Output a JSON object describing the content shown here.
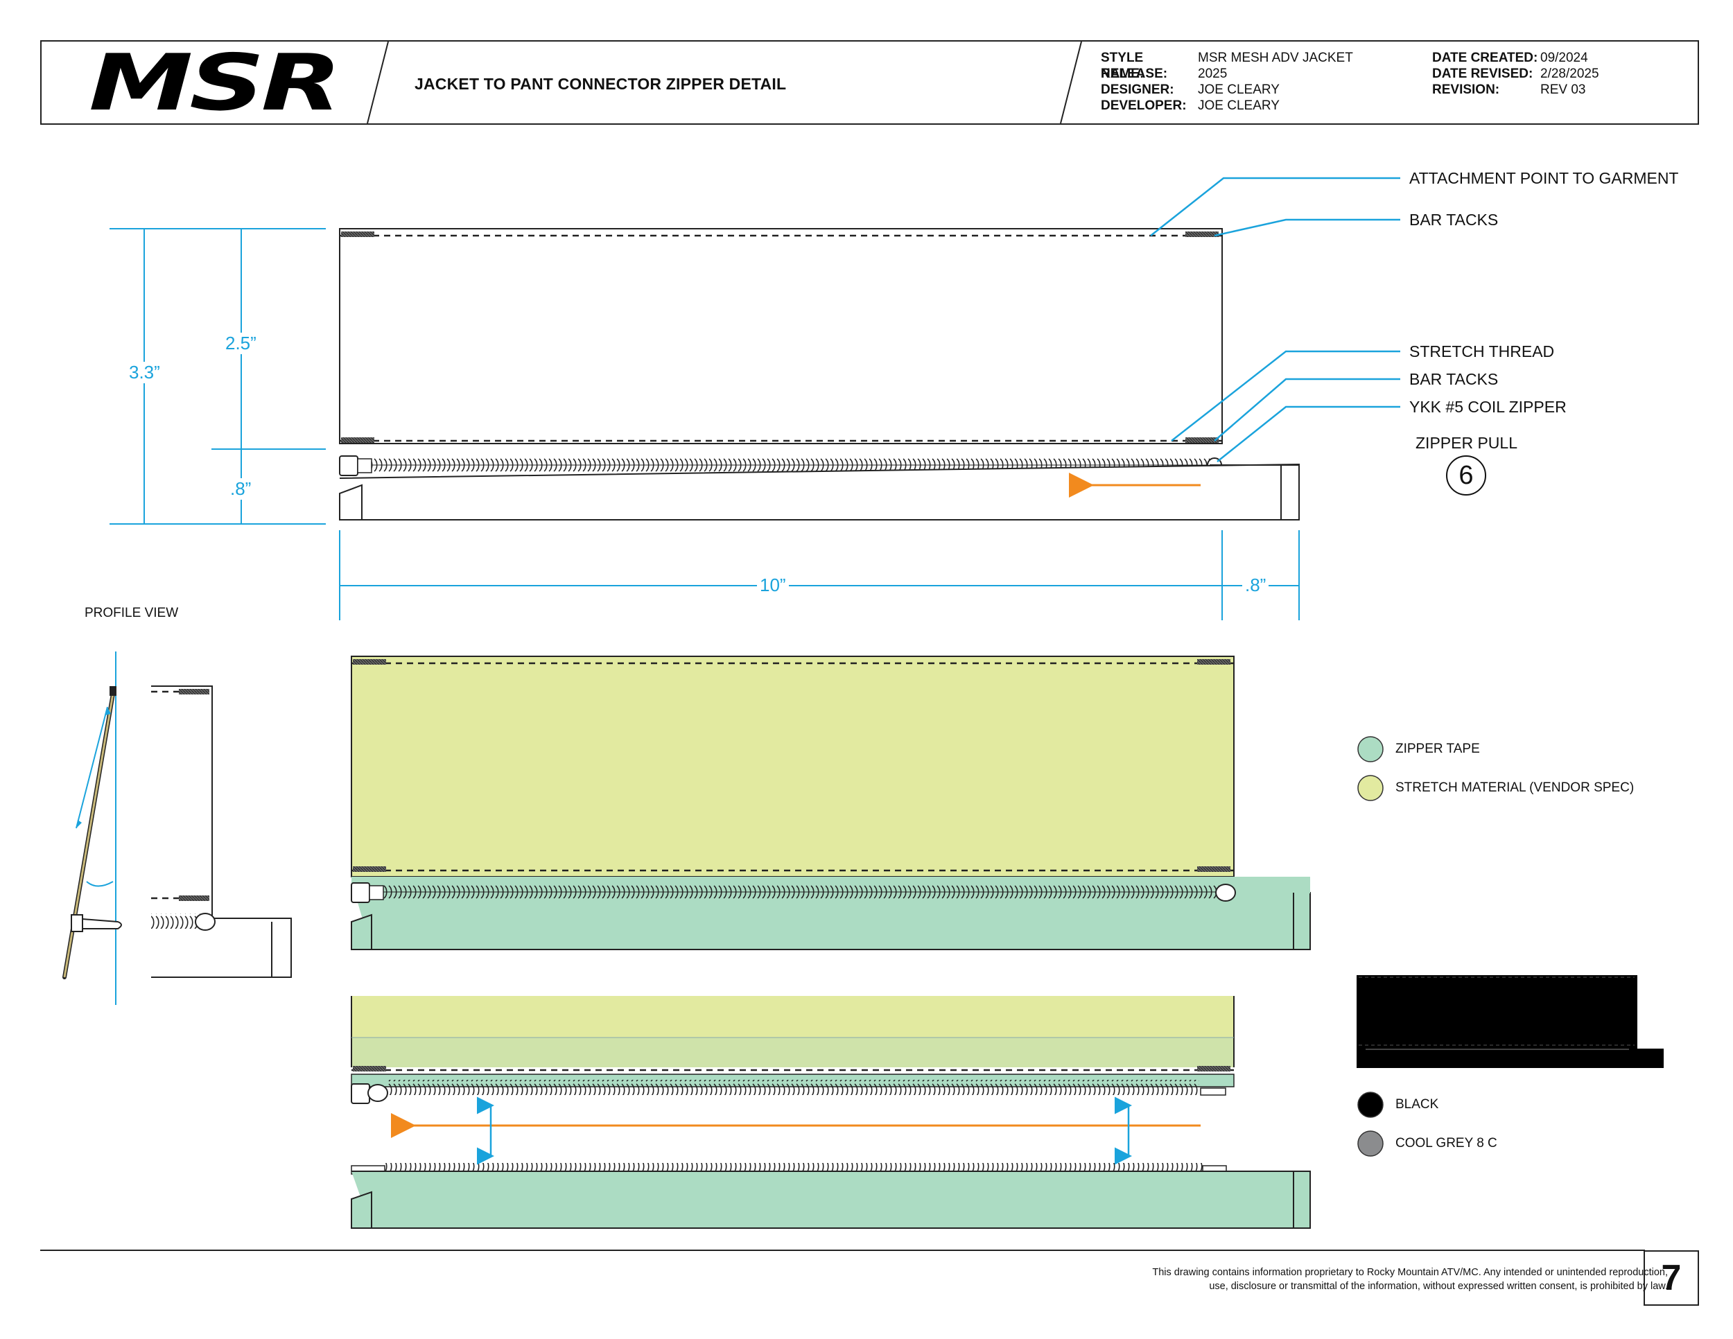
{
  "header": {
    "logo": "MSR",
    "title": "JACKET TO PANT CONNECTOR ZIPPER DETAIL",
    "spec_left": [
      {
        "label": "STYLE NAME:",
        "value": "MSR MESH ADV JACKET"
      },
      {
        "label": "RELEASE:",
        "value": "2025"
      },
      {
        "label": "DESIGNER:",
        "value": "JOE CLEARY"
      },
      {
        "label": "DEVELOPER:",
        "value": "JOE CLEARY"
      }
    ],
    "spec_right": [
      {
        "label": "DATE CREATED:",
        "value": "09/2024"
      },
      {
        "label": "DATE REVISED:",
        "value": "2/28/2025"
      },
      {
        "label": "REVISION:",
        "value": "REV 03"
      }
    ]
  },
  "callouts": {
    "attachment": "ATTACHMENT POINT TO GARMENT",
    "bar_tacks_top": "BAR TACKS",
    "stretch_thread": "STRETCH THREAD",
    "bar_tacks_bottom": "BAR TACKS",
    "zipper": "YKK #5 COIL ZIPPER",
    "zipper_pull_label": "ZIPPER PULL",
    "zipper_pull_number": "6"
  },
  "dimensions": {
    "total_height": "3.3”",
    "upper_height": "2.5”",
    "lower_height": ".8”",
    "width": "10”",
    "extension": ".8”"
  },
  "profile_view_label": "PROFILE VIEW",
  "legend_colors": [
    {
      "label": "ZIPPER TAPE",
      "color": "#acdcc3"
    },
    {
      "label": "STRETCH MATERIAL (VENDOR SPEC)",
      "color": "#e2eaa0"
    }
  ],
  "legend_colorway": [
    {
      "label": "BLACK",
      "color": "#000000"
    },
    {
      "label": "COOL GREY 8 C",
      "color": "#8b8c8e"
    }
  ],
  "colors": {
    "dimension": "#1aa3dc",
    "arrow": "#f28a1e",
    "zipper_tape": "#acdcc3",
    "stretch": "#e2eaa0"
  },
  "footer": {
    "line1": "This drawing contains information proprietary to Rocky Mountain ATV/MC. Any intended or unintended reproduction,",
    "line2": "use, disclosure or transmittal of the information, without expressed written consent, is prohibited by law.",
    "page_number": "7"
  }
}
